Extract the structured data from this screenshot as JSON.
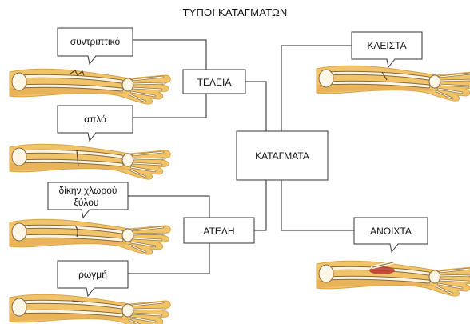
{
  "title": "ΤΥΠΟΙ ΚΑΤΑΓΜΑΤΩΝ",
  "center": {
    "label": "ΚΑΤΑΓΜΑΤΑ"
  },
  "groups": {
    "teleia": "ΤΕΛΕΙΑ",
    "ateli": "ΑΤΕΛΗ"
  },
  "types_left": {
    "syntriptiko": "συντριπτικό",
    "aplo": "απλό",
    "dikin_line1": "δίκην χλωρού",
    "dikin_line2": "ξύλου",
    "rogmi": "ρωγμή"
  },
  "types_right": {
    "kleista": "ΚΛΕΙΣΤΑ",
    "anoixta": "ΑΝΟΙΧΤΑ"
  },
  "colors": {
    "arm_skin": "#f2c46a",
    "arm_shade": "#d9a347",
    "bone": "#fbf6e6",
    "bone_outline": "#8a6a3a",
    "wound": "#b73a2e"
  }
}
